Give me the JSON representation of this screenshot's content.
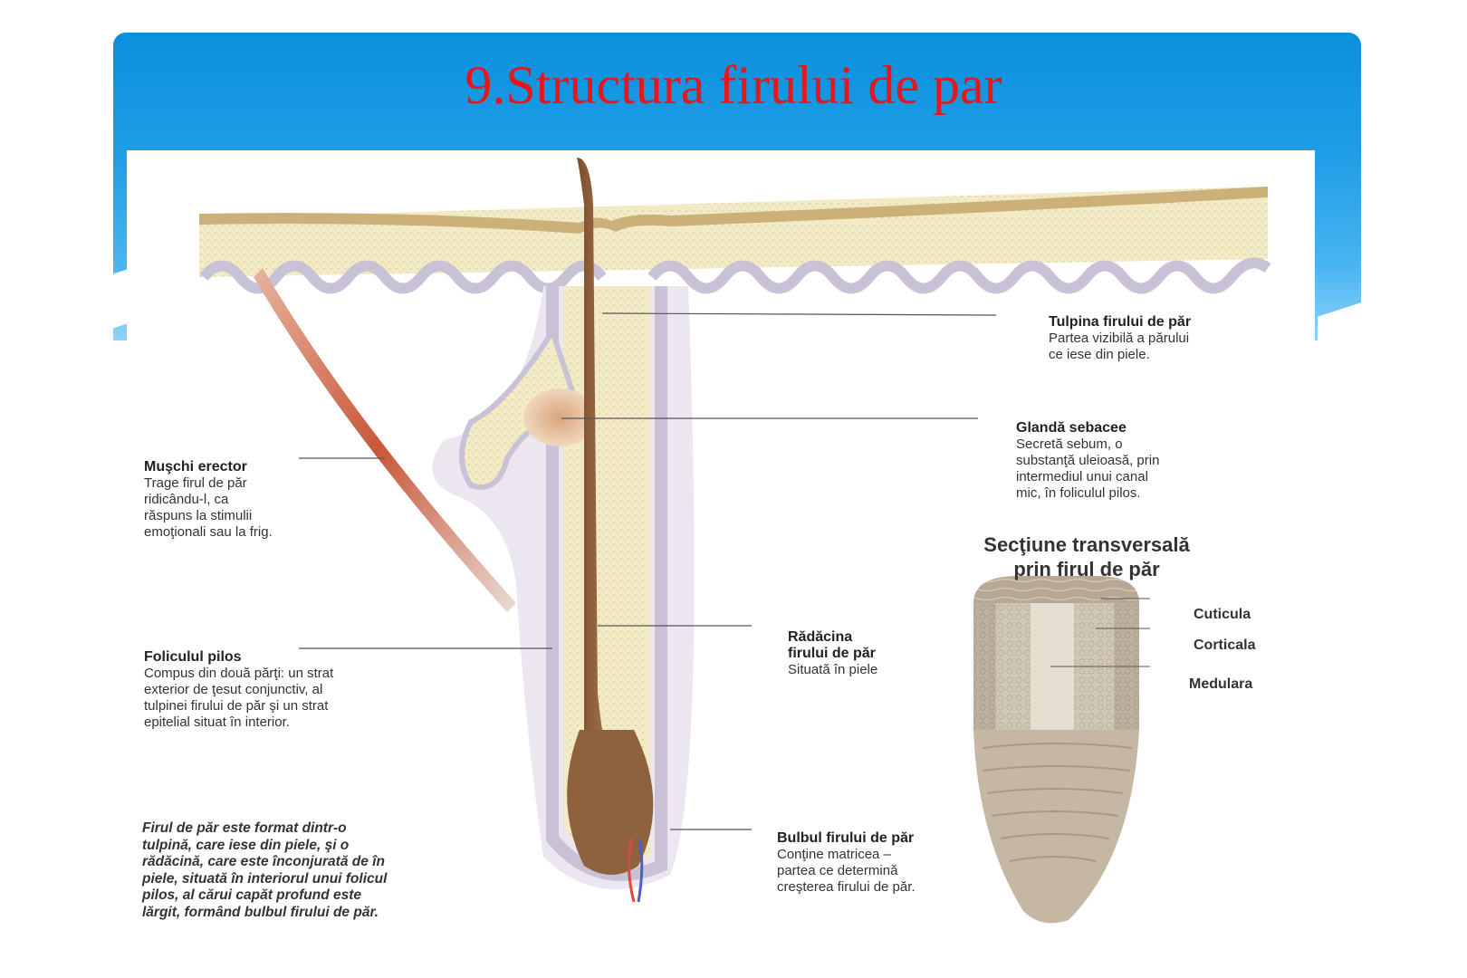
{
  "slide": {
    "title": "9.Structura firului de par",
    "colors": {
      "banner_top": "#0a8fdc",
      "banner_bottom": "#8fd3fa",
      "title": "#e8151b",
      "hair_shaft": "#8a5a36",
      "dermis": "#f3ebc6",
      "epidermis_layer": "#cbb07a",
      "follicle_epithelium": "#c9c2d6",
      "muscle": "#c9573a"
    }
  },
  "diagram": {
    "labels": {
      "shaft": {
        "title": "Tulpina firului de păr",
        "desc": "Partea vizibilă a părului\nce iese din piele."
      },
      "sebaceous": {
        "title": "Glandă sebacee",
        "desc": "Secretă sebum, o\nsubstanţă uleioasă, prin\nintermediul unui canal\nmic, în foliculul pilos."
      },
      "muscle": {
        "title": "Muşchi erector",
        "desc": "Trage firul de păr\nridicându-l, ca\nrăspuns la stimulii\nemoţionali sau la frig."
      },
      "follicle": {
        "title": "Foliculul pilos",
        "desc": "Compus din două părţi: un strat\nexterior de ţesut conjunctiv, al\ntulpinei firului de păr şi un strat\nepitelial situat în interior."
      },
      "root": {
        "title": "Rădăcina\nfirului de păr",
        "desc": "Situată în piele"
      },
      "bulb": {
        "title": "Bulbul firului de păr",
        "desc": "Conţine matricea –\npartea ce determină\ncreşterea firului de păr."
      }
    },
    "note": "Firul de păr este format dintr-o\ntulpină, care iese din piele, şi o\nrădăcină, care este înconjurată de în\npiele, situată în interiorul unui folicul\npilos, al cărui capăt profund este\nlărgit, formând bulbul firului de păr.",
    "cross_section": {
      "title": "Secţiune transversală\nprin firul de păr",
      "layers": [
        "Cuticula",
        "Corticala",
        "Medulara"
      ]
    }
  }
}
